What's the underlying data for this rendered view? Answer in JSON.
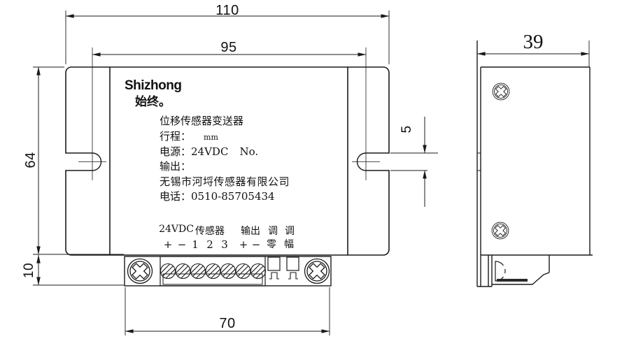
{
  "drawing": {
    "dimensions": {
      "overall_width": "110",
      "slot_center_span": "95",
      "body_height": "64",
      "strip_height": "10",
      "strip_width": "70",
      "slot_height": "5",
      "depth": "39"
    },
    "label": {
      "logo_en": "Shizhong",
      "logo_cn": "始终。",
      "product": "位移传感器变送器",
      "stroke_label": "行程：",
      "stroke_unit": "mm",
      "power_label": "电源：",
      "power_value": "24VDC",
      "power_no": "No.",
      "output_label": "输出：",
      "company": "无锡市河埒传感器有限公司",
      "phone": "电话：0510-85705434"
    },
    "terminals": {
      "row1": [
        "24VDC",
        "传感器",
        "输出",
        "调",
        "调"
      ],
      "row2": [
        "+",
        "−",
        "1",
        "2",
        "3",
        "+",
        "−"
      ],
      "knobs": [
        "零",
        "幅"
      ]
    },
    "colors": {
      "line": "#1a1a1a",
      "background": "#ffffff"
    }
  }
}
